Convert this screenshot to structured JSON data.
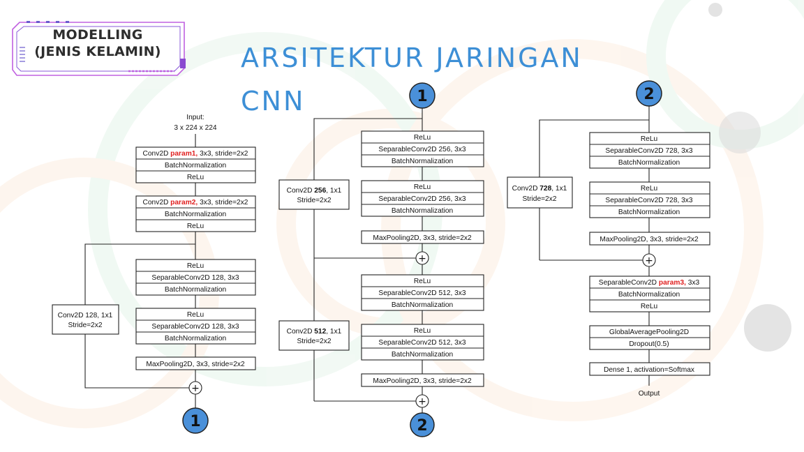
{
  "badge": {
    "line1": "MODELLING",
    "line2": "(JENIS KELAMIN)"
  },
  "title": {
    "line1": "ARSITEKTUR JARINGAN",
    "line2": "CNN"
  },
  "col1": {
    "input_line1": "Input:",
    "input_line2": "3 x 224 x 224",
    "b1_r1_a": "Conv2D ",
    "b1_r1_red": "param1,",
    "b1_r1_b": " 3x3,  stride=2x2",
    "b1_r2": "BatchNormalization",
    "b1_r3": "ReLu",
    "b2_r1_a": "Conv2D ",
    "b2_r1_red": "param2,",
    "b2_r1_b": " 3x3,  stride=2x2",
    "b2_r2": "BatchNormalization",
    "b2_r3": "ReLu",
    "b3_r1": "ReLu",
    "b3_r2": "SeparableConv2D 128,  3x3",
    "b3_r3": "BatchNormalization",
    "b4_r1": "ReLu",
    "b4_r2": "SeparableConv2D 128,  3x3",
    "b4_r3": "BatchNormalization",
    "b5": "MaxPooling2D,  3x3,  stride=2x2",
    "side_l1": "Conv2D  128,  1x1",
    "side_l2": "Stride=2x2",
    "plus": "+",
    "connector": "1"
  },
  "col2": {
    "connector_in": "1",
    "side1_a": "Conv2D ",
    "side1_bold": "256",
    "side1_b": ",  1x1",
    "side1_l2": "Stride=2x2",
    "b1_r1": "ReLu",
    "b1_r2": "SeparableConv2D  256,  3x3",
    "b1_r3": "BatchNormalization",
    "b2_r1": "ReLu",
    "b2_r2": "SeparableConv2D  256,  3x3",
    "b2_r3": "BatchNormalization",
    "b3": "MaxPooling2D,  3x3,  stride=2x2",
    "plus1": "+",
    "b4_r1": "ReLu",
    "b4_r2": "SeparableConv2D  512,  3x3",
    "b4_r3": "BatchNormalization",
    "b5_r1": "ReLu",
    "b5_r2": "SeparableConv2D  512,  3x3",
    "b5_r3": "BatchNormalization",
    "b6": "MaxPooling2D,  3x3,  stride=2x2",
    "side2_a": "Conv2D ",
    "side2_bold": "512",
    "side2_b": ",  1x1",
    "side2_l2": "Stride=2x2",
    "plus2": "+",
    "connector_out": "2"
  },
  "col3": {
    "connector_in": "2",
    "side_a": "Conv2D ",
    "side_bold": "728",
    "side_b": ",  1x1",
    "side_l2": "Stride=2x2",
    "b1_r1": "ReLu",
    "b1_r2": "SeparableConv2D  728,  3x3",
    "b1_r3": "BatchNormalization",
    "b2_r1": "ReLu",
    "b2_r2": "SeparableConv2D  728,  3x3",
    "b2_r3": "BatchNormalization",
    "b3": "MaxPooling2D,  3x3,  stride=2x2",
    "plus": "+",
    "b4_r1_a": "SeparableConv2D ",
    "b4_r1_red": "param3,",
    "b4_r1_b": " 3x3",
    "b4_r2": "BatchNormalization",
    "b4_r3": "ReLu",
    "b5_r1": "GlobalAveragePooling2D",
    "b5_r2": "Dropout(0.5)",
    "b6": "Dense  1,  activation=Softmax",
    "output": "Output"
  },
  "colors": {
    "connector": "#4a90d9",
    "title": "#3d8fd6",
    "red": "#e02020",
    "badge_border": "#c060e0"
  }
}
